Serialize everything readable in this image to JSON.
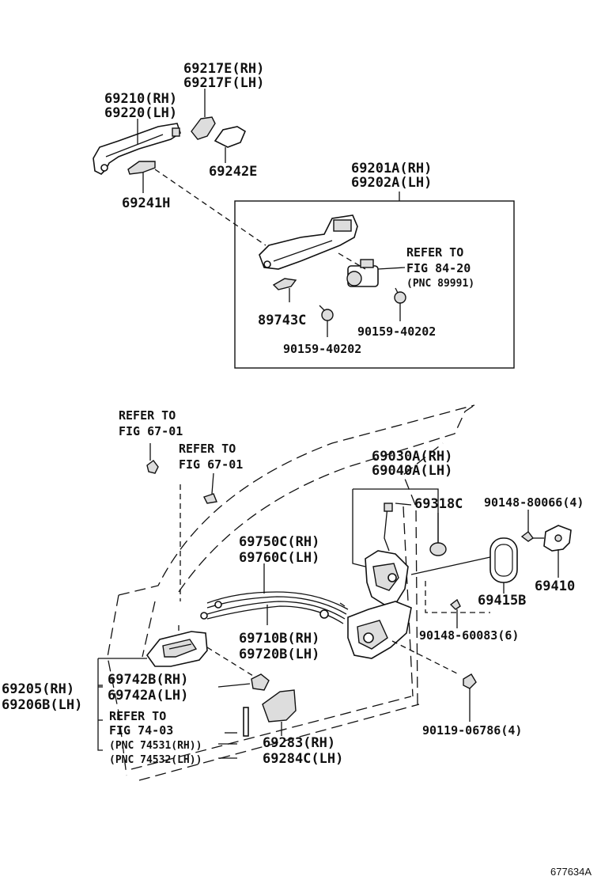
{
  "labels": {
    "l69217E": "69217E(RH)",
    "l69217F": "69217F(LH)",
    "l69210": "69210(RH)",
    "l69220": "69220(LH)",
    "l69242E": "69242E",
    "l69241H": "69241H",
    "l69201A": "69201A(RH)",
    "l69202A": "69202A(LH)",
    "refer1": "REFER TO",
    "fig8420": "FIG 84-20",
    "pnc89991": "(PNC 89991)",
    "l89743C": "89743C",
    "l90159a": "90159-40202",
    "l90159b": "90159-40202",
    "refer2": "REFER TO",
    "fig6701a": "FIG 67-01",
    "refer3": "REFER TO",
    "fig6701b": "FIG 67-01",
    "l69030A": "69030A(RH)",
    "l69040A": "69040A(LH)",
    "l69318C": "69318C",
    "l90148a": "90148-80066(4)",
    "l69750C": "69750C(RH)",
    "l69760C": "69760C(LH)",
    "l69415B": "69415B",
    "l69410": "69410",
    "l69710B": "69710B(RH)",
    "l69720B": "69720B(LH)",
    "l90148b": "90148-60083(6)",
    "l69205": "69205(RH)",
    "l69206B": "69206B(LH)",
    "l69742B": "69742B(RH)",
    "l69742A": "69742A(LH)",
    "refer4": "REFER TO",
    "fig7403": "FIG 74-03",
    "pnc74531": "(PNC 74531(RH))",
    "pnc74532": "(PNC 74532(LH))",
    "l69283": "69283(RH)",
    "l69284C": "69284C(LH)",
    "l90119": "90119-06786(4)",
    "drawingId": "677634A"
  }
}
